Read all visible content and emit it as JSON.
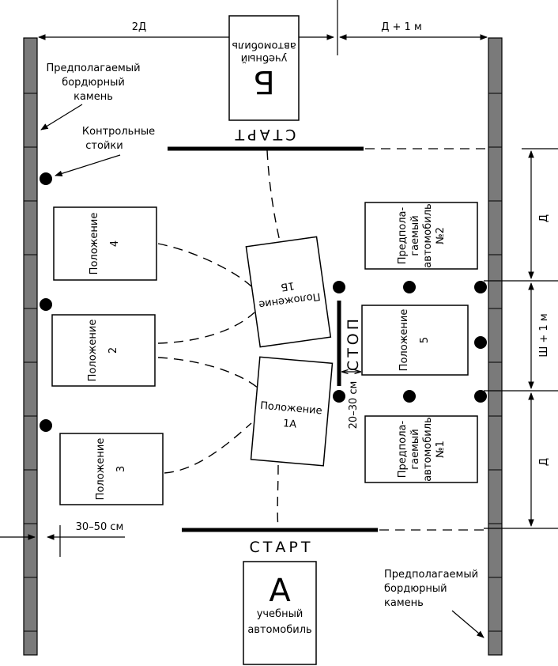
{
  "dimensions": {
    "two_d": "2Д",
    "d_plus_1m": "Д + 1 м",
    "d_upper": "Д",
    "w_plus_1m": "Ш + 1 м",
    "d_lower": "Д",
    "gap_30_50": "30–50 см",
    "gap_20_30": "20–30 см"
  },
  "curb_left": [
    "Предполагаемый",
    "бордюрный",
    "камень"
  ],
  "curb_right": [
    "Предполагаемый",
    "бордюрный",
    "камень"
  ],
  "control_posts": [
    "Контрольные",
    "стойки"
  ],
  "start_top": "СТАРТ",
  "start_bottom": "СТАРТ",
  "stop": "СТОП",
  "car_b": {
    "letter": "Б",
    "line1": "учебный",
    "line2": "автомобиль"
  },
  "car_a": {
    "letter": "А",
    "line1": "учебный",
    "line2": "автомобиль"
  },
  "positions": {
    "p4": {
      "word": "Положение",
      "num": "4"
    },
    "p2": {
      "word": "Положение",
      "num": "2"
    },
    "p3": {
      "word": "Положение",
      "num": "3"
    },
    "p1b": {
      "word": "Положение",
      "num": "1Б"
    },
    "p1a": {
      "word": "Положение",
      "num": "1А"
    },
    "p5": {
      "word": "Положение",
      "num": "5"
    }
  },
  "parked_2": [
    "Предпола-",
    "гаемый",
    "автомобиль",
    "№2"
  ],
  "parked_1": [
    "Предпола-",
    "гаемый",
    "автомобиль",
    "№1"
  ]
}
